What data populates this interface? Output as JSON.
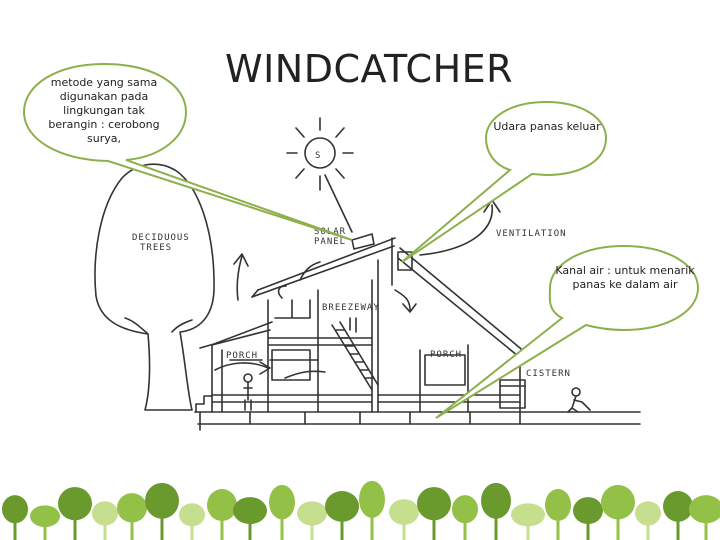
{
  "title": "WINDCATCHER",
  "callouts": [
    {
      "text": "metode yang sama digunakan pada lingkungan tak berangin : cerobong surya,"
    },
    {
      "text": "Udara panas keluar"
    },
    {
      "text": "Kanal air : untuk menarik panas ke dalam air"
    }
  ],
  "sketch_labels": {
    "deciduous": "DECIDUOUS",
    "trees": "TREES",
    "solar": "SOLAR",
    "panel": "PANEL",
    "ventilation": "VENTILATION",
    "breezeway": "BREEZEWAY",
    "porch_left": "PORCH",
    "porch_right": "PORCH",
    "cistern": "CISTERN",
    "sun_letter": "S"
  },
  "colors": {
    "callout_border": "#8db04e",
    "sketch_line": "#333333",
    "tree_dark": "#6a9a2e",
    "tree_mid": "#93c147",
    "tree_light": "#c5df8e"
  }
}
